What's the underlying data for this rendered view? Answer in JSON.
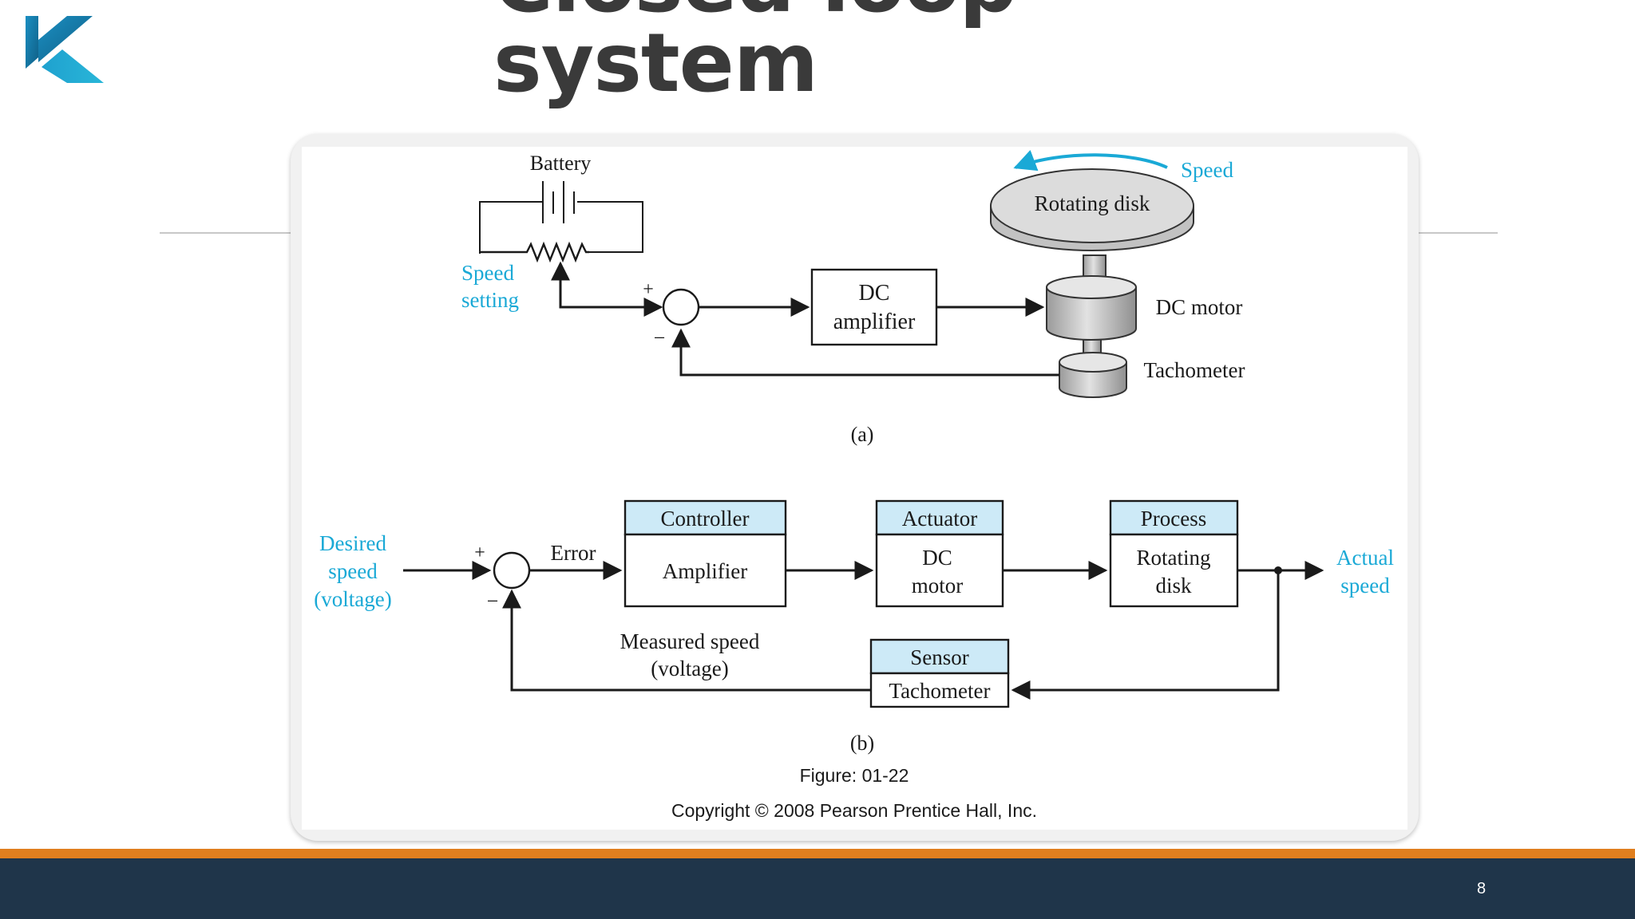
{
  "slide": {
    "title_line1": "Closed loop",
    "title_line2": "system",
    "page_number": "8"
  },
  "colors": {
    "title": "#3a3a3a",
    "accent_cyan": "#1aa9d6",
    "block_header": "#cdeaf7",
    "footer_bar": "#1f354a",
    "footer_stripe": "#e07f1f"
  },
  "diagram_a": {
    "battery": "Battery",
    "speed_setting": [
      "Speed",
      "setting"
    ],
    "plus": "+",
    "minus": "−",
    "amplifier": [
      "DC",
      "amplifier"
    ],
    "disk": "Rotating disk",
    "speed": "Speed",
    "motor": "DC motor",
    "tachometer": "Tachometer",
    "caption": "(a)"
  },
  "diagram_b": {
    "desired": [
      "Desired",
      "speed",
      "(voltage)"
    ],
    "plus": "+",
    "minus": "−",
    "error": "Error",
    "controller_header": "Controller",
    "controller_body": "Amplifier",
    "actuator_header": "Actuator",
    "actuator_body": [
      "DC",
      "motor"
    ],
    "process_header": "Process",
    "process_body": [
      "Rotating",
      "disk"
    ],
    "actual": [
      "Actual",
      "speed"
    ],
    "measured": [
      "Measured speed",
      "(voltage)"
    ],
    "sensor_header": "Sensor",
    "sensor_body": "Tachometer",
    "caption": "(b)"
  },
  "figure_label": "Figure: 01-22",
  "copyright": "Copyright © 2008 Pearson Prentice Hall, Inc."
}
